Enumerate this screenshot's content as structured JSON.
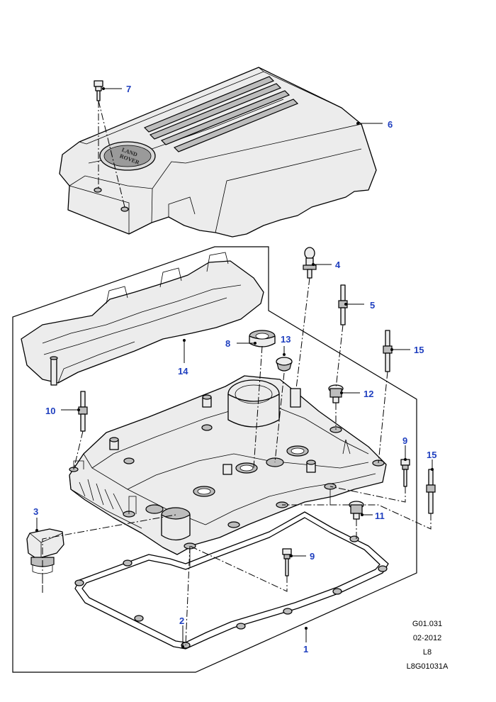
{
  "logo_text": [
    "LAND",
    "ROVER"
  ],
  "callouts": [
    {
      "id": "c1",
      "label": "1"
    },
    {
      "id": "c2",
      "label": "2"
    },
    {
      "id": "c3",
      "label": "3"
    },
    {
      "id": "c4",
      "label": "4"
    },
    {
      "id": "c5",
      "label": "5"
    },
    {
      "id": "c6",
      "label": "6"
    },
    {
      "id": "c7",
      "label": "7"
    },
    {
      "id": "c8",
      "label": "8"
    },
    {
      "id": "c9a",
      "label": "9"
    },
    {
      "id": "c9b",
      "label": "9"
    },
    {
      "id": "c10",
      "label": "10"
    },
    {
      "id": "c11",
      "label": "11"
    },
    {
      "id": "c12",
      "label": "12"
    },
    {
      "id": "c13",
      "label": "13"
    },
    {
      "id": "c14",
      "label": "14"
    },
    {
      "id": "c15a",
      "label": "15"
    },
    {
      "id": "c15b",
      "label": "15"
    }
  ],
  "reference": {
    "code": "G01.031",
    "date": "02-2012",
    "engine": "L8",
    "illustration": "L8G01031A"
  }
}
